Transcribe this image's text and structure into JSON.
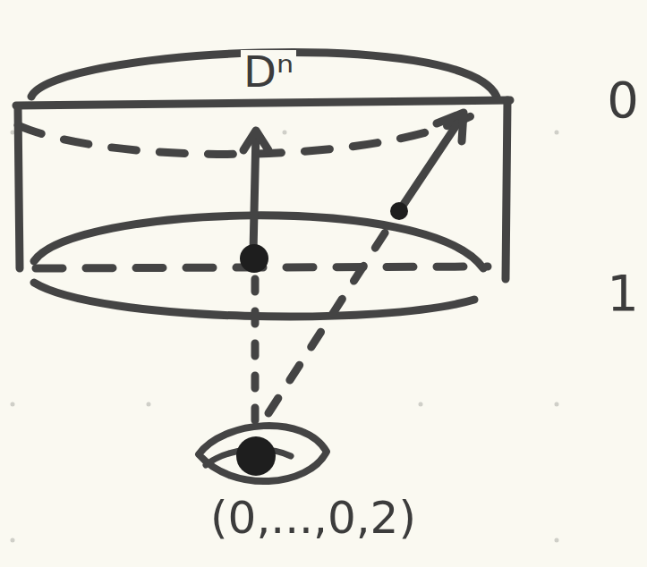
{
  "diagram": {
    "labels": [
      "Dⁿ",
      "0",
      "1",
      "(0,...,0,2)"
    ]
  }
}
